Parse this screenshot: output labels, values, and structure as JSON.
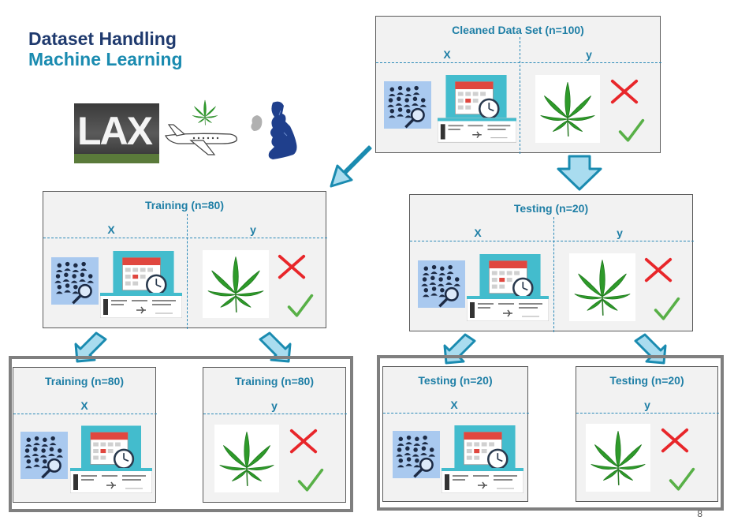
{
  "header": {
    "title_line1": "Dataset Handling",
    "title_line2": "Machine Learning"
  },
  "logos": {
    "lax_text": "LAX"
  },
  "panels": {
    "cleaned": {
      "title": "Cleaned Data Set (n=100)",
      "x_label": "X",
      "y_label": "y"
    },
    "training": {
      "title": "Training (n=80)",
      "x_label": "X",
      "y_label": "y"
    },
    "testing": {
      "title": "Testing (n=20)",
      "x_label": "X",
      "y_label": "y"
    },
    "training_x": {
      "title": "Training (n=80)",
      "x_label": "X"
    },
    "training_y": {
      "title": "Training (n=80)",
      "y_label": "y"
    },
    "testing_x": {
      "title": "Testing (n=20)",
      "x_label": "X"
    },
    "testing_y": {
      "title": "Testing (n=20)",
      "y_label": "y"
    }
  },
  "colors": {
    "title_dark": "#1f3a6e",
    "title_accent": "#1a8bb0",
    "arrow_fill": "#a9dcef",
    "arrow_stroke": "#1a8bb0",
    "cross": "#e8262a",
    "check": "#58b047",
    "leaf": "#2e9a2a"
  },
  "footer": {
    "page_number": "8"
  }
}
